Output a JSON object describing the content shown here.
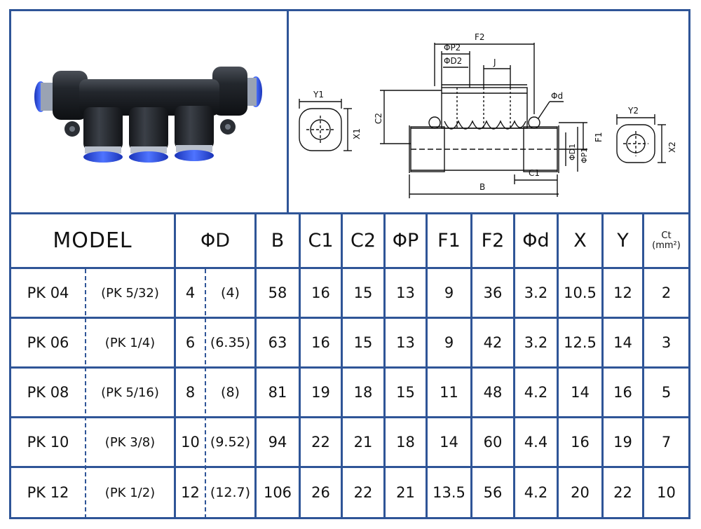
{
  "table": {
    "headers": {
      "model": "MODEL",
      "d": "ΦD",
      "b": "B",
      "c1": "C1",
      "c2": "C2",
      "p": "ΦP",
      "f1": "F1",
      "f2": "F2",
      "dd": "Φd",
      "x": "X",
      "y": "Y",
      "ct_line1": "Ct",
      "ct_line2": "(mm²)"
    },
    "rows": [
      {
        "model": "PK 04",
        "inch": "(PK 5/32)",
        "d": "4",
        "d_in": "(4)",
        "b": "58",
        "c1": "16",
        "c2": "15",
        "p": "13",
        "f1": "9",
        "f2": "36",
        "dd": "3.2",
        "x": "10.5",
        "y": "12",
        "ct": "2"
      },
      {
        "model": "PK 06",
        "inch": "(PK 1/4)",
        "d": "6",
        "d_in": "(6.35)",
        "b": "63",
        "c1": "16",
        "c2": "15",
        "p": "13",
        "f1": "9",
        "f2": "42",
        "dd": "3.2",
        "x": "12.5",
        "y": "14",
        "ct": "3"
      },
      {
        "model": "PK 08",
        "inch": "(PK 5/16)",
        "d": "8",
        "d_in": "(8)",
        "b": "81",
        "c1": "19",
        "c2": "18",
        "p": "15",
        "f1": "11",
        "f2": "48",
        "dd": "4.2",
        "x": "14",
        "y": "16",
        "ct": "5"
      },
      {
        "model": "PK 10",
        "inch": "(PK 3/8)",
        "d": "10",
        "d_in": "(9.52)",
        "b": "94",
        "c1": "22",
        "c2": "21",
        "p": "18",
        "f1": "14",
        "f2": "60",
        "dd": "4.4",
        "x": "16",
        "y": "19",
        "ct": "7"
      },
      {
        "model": "PK 12",
        "inch": "(PK 1/2)",
        "d": "12",
        "d_in": "(12.7)",
        "b": "106",
        "c1": "26",
        "c2": "22",
        "p": "21",
        "f1": "13.5",
        "f2": "56",
        "dd": "4.2",
        "x": "20",
        "y": "22",
        "ct": "10"
      }
    ]
  },
  "drawing": {
    "labels": {
      "f2": "F2",
      "p2": "ΦP2",
      "d2": "ΦD2",
      "j": "J",
      "phid": "Φd",
      "c2": "C2",
      "y1": "Y1",
      "x1": "X1",
      "f1": "F1",
      "d1": "ΦD1",
      "p1": "ΦP1",
      "c1": "C1",
      "b": "B",
      "y2": "Y2",
      "x2": "X2"
    }
  },
  "colors": {
    "frame": "#2f5597",
    "fitting_body": "#1e2126",
    "fitting_collet": "#2d4fe0"
  }
}
